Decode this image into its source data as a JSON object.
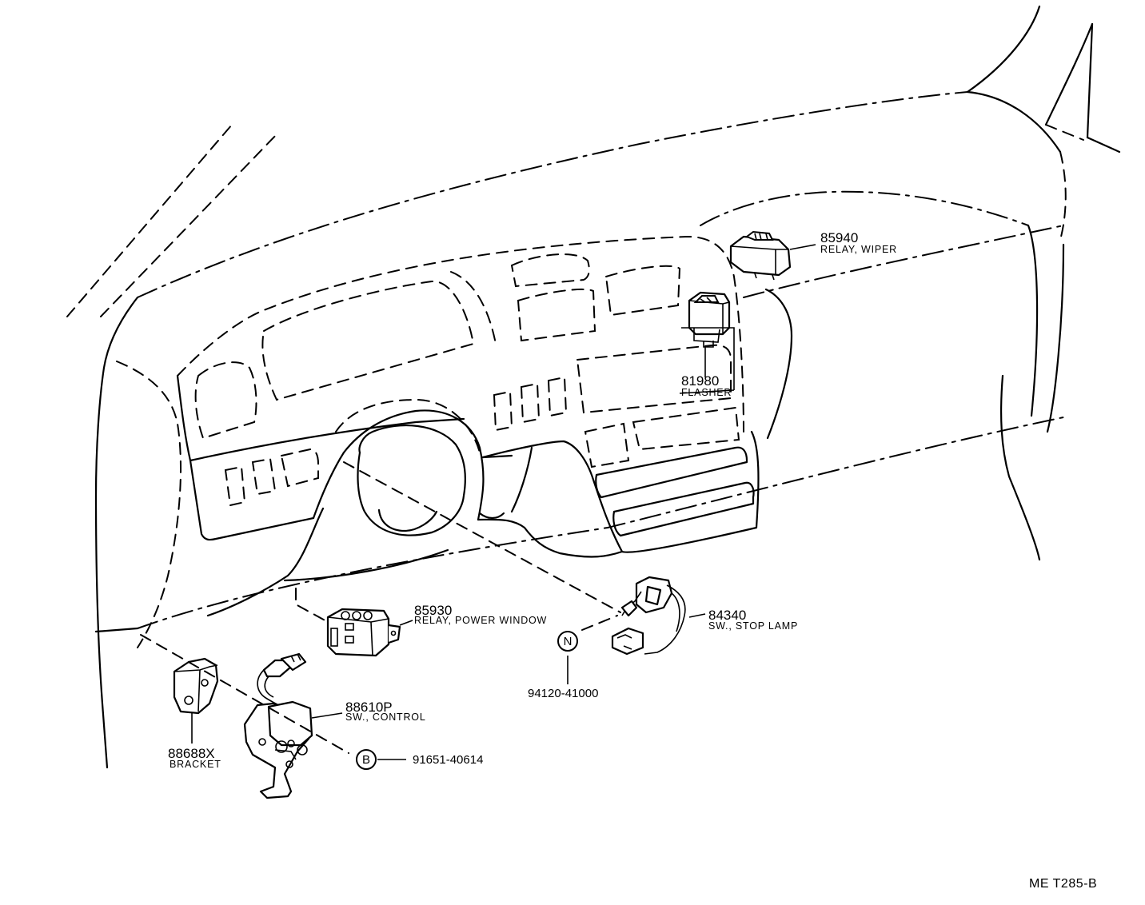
{
  "parts": [
    {
      "id": "p85940",
      "number": "85940",
      "description": "RELAY, WIPER"
    },
    {
      "id": "p81980",
      "number": "81980",
      "description": "FLASHER"
    },
    {
      "id": "p85930",
      "number": "85930",
      "description": "RELAY, POWER WINDOW"
    },
    {
      "id": "p84340",
      "number": "84340",
      "description": "SW., STOP LAMP"
    },
    {
      "id": "p88610P",
      "number": "88610P",
      "description": "SW., CONTROL"
    },
    {
      "id": "p88688X",
      "number": "88688X",
      "description": "BRACKET"
    }
  ],
  "fasteners": [
    {
      "symbol": "N",
      "number": "94120-41000"
    },
    {
      "symbol": "B",
      "number": "91651-40614"
    }
  ],
  "diagram_code": "ME T285-B"
}
